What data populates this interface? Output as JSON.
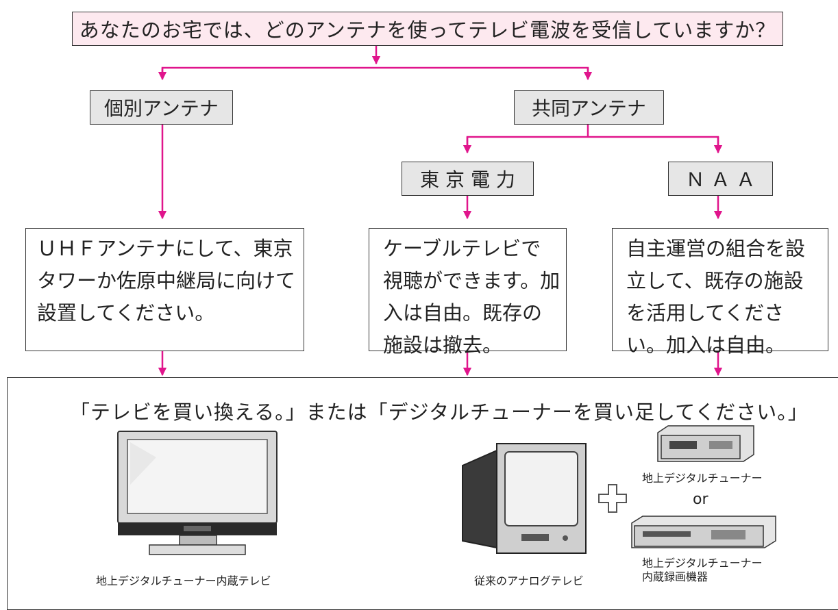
{
  "question": "あなたのお宅では、どのアンテナを使ってテレビ電波を受信していますか？",
  "categories": {
    "individual": "個別アンテナ",
    "shared": "共同アンテナ",
    "tepco": "東 京 電 力",
    "naa": "Ｎ Ａ Ａ"
  },
  "descriptions": {
    "individual": "ＵＨＦアンテナにして、東京タワーか佐原中継局に向けて設置してください。",
    "tepco": "ケーブルテレビで視聴ができます。加入は自由。既存の施設は撤去。",
    "naa": "自主運営の組合を設立して、既存の施設を活用してください。加入は自由。"
  },
  "conclusion": "「テレビを買い換える。」または「デジタルチューナーを買い足してください。」",
  "captions": {
    "tv_builtin": "地上デジタルチューナー内蔵テレビ",
    "analog_tv": "従来のアナログテレビ",
    "tuner": "地上デジタルチューナー",
    "or": "or",
    "recorder_line1": "地上デジタルチューナー",
    "recorder_line2": "内蔵録画機器"
  },
  "colors": {
    "arrow": "#e0158c",
    "question_bg": "#fde9ef",
    "category_bg": "#e6e6e6"
  },
  "icons": [
    "flat-tv-icon",
    "crt-tv-icon",
    "plus-icon",
    "tuner-box-icon",
    "recorder-box-icon"
  ]
}
